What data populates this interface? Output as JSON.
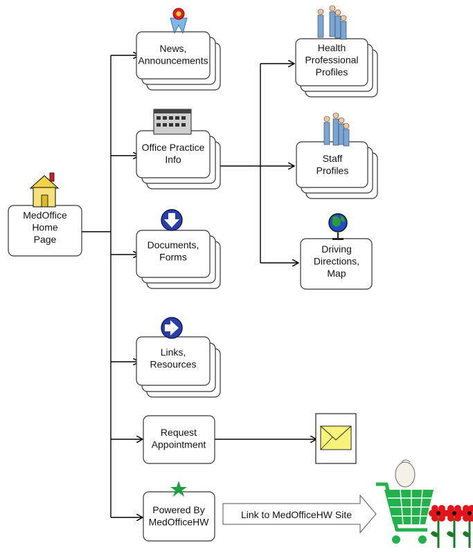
{
  "nodes": {
    "home": "MedOffice\nHome\nPage",
    "news": "News,\nAnnouncements",
    "office": "Office Practice\nInfo",
    "documents": "Documents,\nForms",
    "links": "Links,\nResources",
    "request": "Request\nAppointment",
    "powered": "Powered By\nMedOfficeHW",
    "health": "Health\nProfessional\nProfiles",
    "staff": "Staff\nProfiles",
    "driving": "Driving\nDirections,\nMap"
  },
  "edge_label": "Link to MedOfficeHW Site",
  "colors": {
    "cart": "#22b14c",
    "star": "#1e9e3e",
    "globe_land": "#2e9a3a",
    "globe_sea": "#1d4fc4",
    "arrow_badge": "#2a3fa6",
    "flower": "#e4141b",
    "envelope": "#f7f37a"
  },
  "icons": [
    "house-icon",
    "ribbon-icon",
    "building-icon",
    "down-arrow-icon",
    "right-arrow-icon",
    "people-icon",
    "globe-icon",
    "envelope-icon",
    "star-icon",
    "shopping-cart-icon",
    "flower-icon"
  ]
}
